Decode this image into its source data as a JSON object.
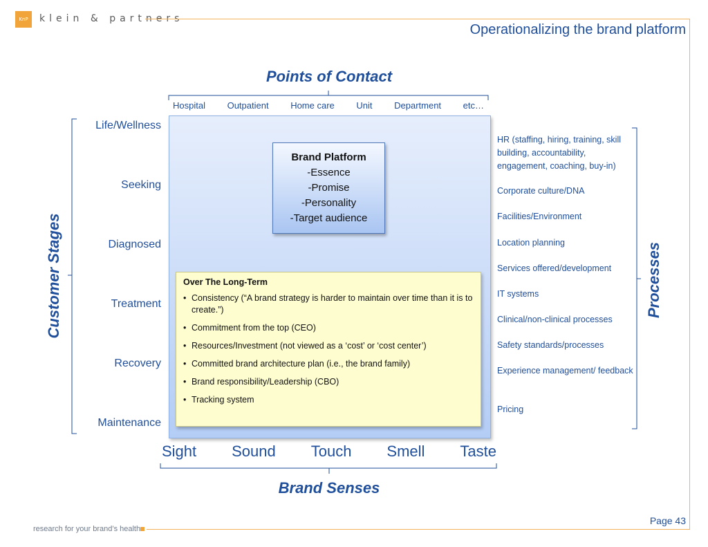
{
  "header": {
    "logo_text": "KnP",
    "brand_name": "klein & partners",
    "page_title": "Operationalizing the brand platform"
  },
  "footer": {
    "tagline": "research for your brand’s health",
    "page_number": "Page 43"
  },
  "points_of_contact": {
    "title": "Points of Contact",
    "items": [
      "Hospital",
      "Outpatient",
      "Home care",
      "Unit",
      "Department",
      "etc…"
    ]
  },
  "customer_stages": {
    "title": "Customer Stages",
    "items": [
      "Life/Wellness",
      "Seeking",
      "Diagnosed",
      "Treatment",
      "Recovery",
      "Maintenance"
    ]
  },
  "brand_platform": {
    "title": "Brand Platform",
    "items": [
      "-Essence",
      "-Promise",
      "-Personality",
      "-Target audience"
    ]
  },
  "long_term": {
    "title": "Over The Long-Term",
    "items": [
      "Consistency (“A brand strategy is harder to maintain over time than it is to create.”)",
      "Commitment from the top (CEO)",
      "Resources/Investment (not viewed as a ‘cost’ or ‘cost center’)",
      "Committed brand architecture plan (i.e., the brand family)",
      "Brand responsibility/Leadership (CBO)",
      "Tracking system"
    ]
  },
  "processes": {
    "title": "Processes",
    "items": [
      "HR (staffing, hiring, training, skill building, accountability, engagement, coaching, buy-in)",
      "Corporate culture/DNA",
      "Facilities/Environment",
      "Location planning",
      "Services offered/development",
      "IT systems",
      "Clinical/non-clinical processes",
      "Safety standards/processes",
      "Experience management/ feedback",
      "Pricing"
    ]
  },
  "brand_senses": {
    "title": "Brand Senses",
    "items": [
      "Sight",
      "Sound",
      "Touch",
      "Smell",
      "Taste"
    ]
  },
  "colors": {
    "accent_orange": "#f0a43a",
    "title_blue": "#1f4e9a",
    "panel_blue": "#b4cdf5",
    "note_yellow": "#fefdd0"
  }
}
